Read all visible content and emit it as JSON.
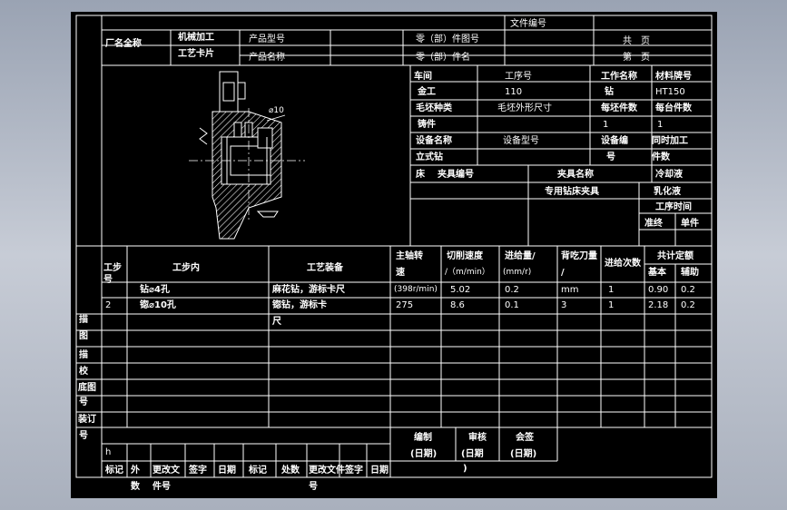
{
  "header": {
    "doc_no": "文件编号",
    "factory": "厂名全称",
    "card_title_1": "机械加工",
    "card_title_2": "工艺卡片",
    "product_model": "产品型号",
    "product_name": "产品名称",
    "part_drawing_no": "零（部）件图号",
    "part_name": "零（部）件名",
    "total_pages": "共　页",
    "page_no": "第　页"
  },
  "drawing": {
    "dim_label": "⌀10"
  },
  "info": {
    "car_shop": "车间",
    "operation_no": "工序号",
    "operation_name": "工作名称",
    "material_grade": "材料牌号",
    "r2_a": "金工",
    "r2_b": "110",
    "r2_c": "钻",
    "r2_d": "HT150",
    "blank_type": "毛坯种类",
    "blank_size": "毛坯外形尺寸",
    "per_blank": "每坯件数",
    "per_unit": "每台件数",
    "r4_a": "铸件",
    "r4_c": "1",
    "r4_d": "1",
    "equip_name": "设备名称",
    "equip_model": "设备型号",
    "equip_no": "设备编",
    "simult": "同时加工",
    "r6_a": "立式钻",
    "r6_c": "号",
    "r6_d": "件数",
    "fixture_no": "夹具编号",
    "fixture_label": "床",
    "fixture_name": "夹具名称",
    "coolant": "冷却液",
    "fixture_value": "专用钻床夹具",
    "coolant_value": "乳化液",
    "op_time": "工序时间",
    "prep_end": "准终",
    "unit_time": "单件"
  },
  "table": {
    "h_step": "工步",
    "h_step2": "号",
    "h_content": "工步内",
    "h_equip": "工艺装备",
    "h_speed": "主轴转",
    "h_speed2": "速",
    "h_cut": "切削速度",
    "h_cut2": "/（m/min）",
    "h_feed": "进给量/",
    "h_feed2": "(mm/r)",
    "h_depth": "背吃刀量",
    "h_depth2": "/",
    "h_passes": "进给次数",
    "h_quota": "共计定额",
    "h_basic": "基本",
    "h_aux": "辅助",
    "rows": [
      {
        "no": "",
        "content": "钻⌀4孔",
        "equip": "麻花钻，游标卡尺",
        "speed": "(398r/min)",
        "cut": "5.02",
        "feed": "0.2",
        "depth": "mm",
        "passes": "1",
        "basic": "0.90",
        "aux": "0.2"
      },
      {
        "no": "2",
        "content": "锪⌀10孔",
        "equip": "锪钻，游标卡",
        "speed": "275",
        "cut": "8.6",
        "feed": "0.1",
        "depth": "3",
        "passes": "1",
        "basic": "2.18",
        "aux": "0.2"
      }
    ],
    "equip_cont": "尺"
  },
  "left_labels": [
    "描",
    "图",
    "描",
    "校",
    "底图",
    "号",
    "装订",
    "号"
  ],
  "footer": {
    "h_label": "h",
    "compiled": "编制",
    "compiled_date": "(日期)",
    "reviewed": "审核",
    "reviewed_date": "(日期",
    "reviewed_paren": ")",
    "countersign": "会签",
    "countersign_date": "(日期)",
    "marks": [
      "标记",
      "外",
      "更改文",
      "签字",
      "日期",
      "标记",
      "处数",
      "更改文件",
      "签字",
      "日期"
    ],
    "sub_count": "数",
    "sub_file": "件号",
    "sub_file2": "号"
  }
}
